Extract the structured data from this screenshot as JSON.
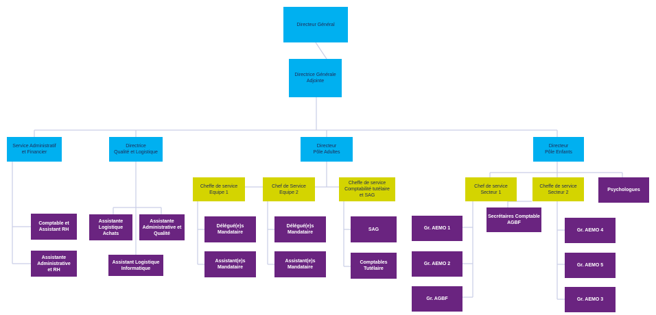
{
  "colors": {
    "director": "#00b0f0",
    "chef": "#d4d400",
    "staff": "#6a2480",
    "connector": "#c9cde6"
  },
  "nodes": {
    "dg": "Directeur Général",
    "dga": "Directrice Générale\nAdjointe",
    "saf": "Service Administratif\net Financier",
    "dql": "Directrice\nQualité et Logistique",
    "dpa": "Directeur\nPôle Adultes",
    "dpe": "Directeur\nPôle Enfants",
    "cs_e1": "Cheffe de service\nEquipe 1",
    "cs_e2": "Chef de Service\nEquipe 2",
    "cs_ct": "Cheffe de service\nComptabilité tutélaire\net SAG",
    "cs_s1": "Chef de service\nSecteur 1",
    "cs_s2": "Cheffe  de service\nSecteur 2",
    "psy": "Psychologues",
    "comptable_rh": "Comptable et\nAssistant RH",
    "assist_admin_rh": "Assistante\nAdministrative\net RH",
    "assist_log_achats": "Assistante\nLogistique\nAchats",
    "assist_admin_qual": "Assistante\nAdministrative et\nQualité",
    "assist_log_info": "Assistant Logistique\nInformatique",
    "del1": "Délégué(e)s\nMandataire",
    "ast1": "Assistant(e)s\nMandataire",
    "del2": "Délégué(e)s\nMandataire",
    "ast2": "Assistant(e)s\nMandataire",
    "sag": "SAG",
    "comptables_tut": "Comptables\nTutélaire",
    "aemo1": "Gr. AEMO 1",
    "aemo2": "Gr. AEMO 2",
    "agbf": "Gr. AGBF",
    "secr_agbf": "Secrétaires Comptable\nAGBF",
    "aemo4": "Gr. AEMO 4",
    "aemo5": "Gr. AEMO 5",
    "aemo3": "Gr. AEMO 3"
  }
}
